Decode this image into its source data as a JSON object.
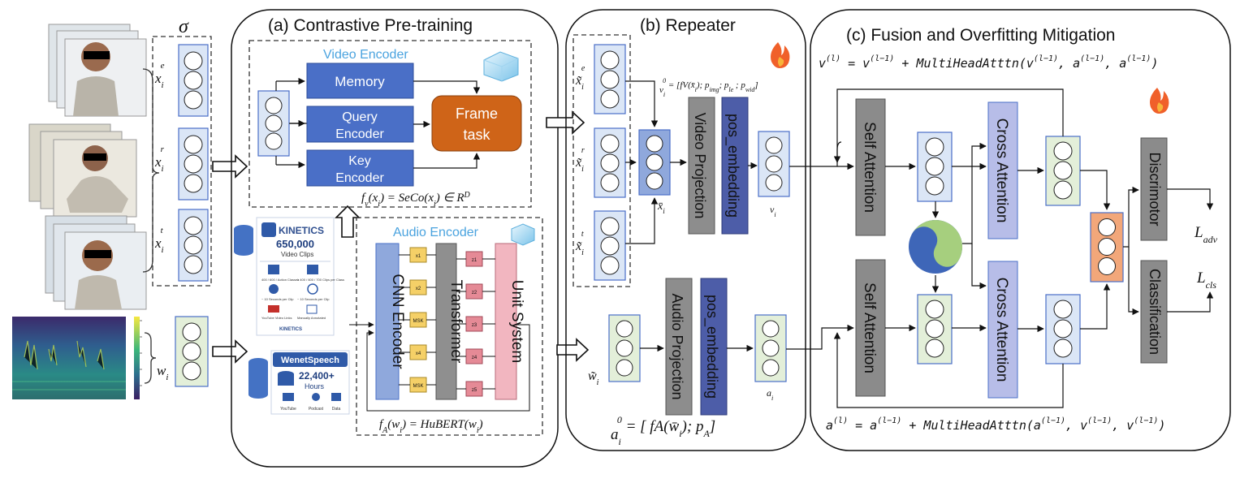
{
  "colors": {
    "enc_blue": "#4a6fc7",
    "frame_orange": "#cf6418",
    "vec_blue": "#dbe6f6",
    "vec_green": "#e3efd9",
    "vec_orange": "#f2a77a",
    "cnn_blue": "#8fa8dc",
    "transformer_gray": "#8f8f8f",
    "unit_pink": "#f2b6c0",
    "token_yellow": "#f5d067",
    "token_red": "#e58a96",
    "proj_gray": "#8d8d8d",
    "pos_purple": "#4d5da8",
    "fusion_gray": "#8b8b8b",
    "cross_purple": "#b7bde8",
    "db_blue": "#4472c4",
    "fire_orange": "#f0602a"
  },
  "input": {
    "sigma": "σ",
    "xe": "x_i^e",
    "xr": "x_i^r",
    "xt": "x_i^t",
    "w": "w_i"
  },
  "pretrain": {
    "title": "(a) Contrastive Pre-training",
    "video_encoder": {
      "title": "Video Encoder",
      "memory": "Memory",
      "query": [
        "Query",
        "Encoder"
      ],
      "key": [
        "Key",
        "Encoder"
      ],
      "frame_task": [
        "Frame",
        "task"
      ],
      "formula": "f_v(x_i) = SeCo(x_i) ∈ R^D",
      "icon": "ice-cube-icon"
    },
    "kinetics": {
      "title": "KINETICS",
      "count": "650,000",
      "sub": "Video Clips",
      "stats": [
        "400 / 600 / Action Classes",
        "≥ 400 / 600 / 700 Clips per Class",
        "~ 10 Seconds per Clip",
        "~ 10 Seconds per Clip",
        "YouTube Video Links",
        "Manually Annotated"
      ],
      "footer": "KINETICS"
    },
    "wenet": {
      "title": "WenetSpeech",
      "count": "22,400+",
      "sub": "Hours",
      "sources": [
        "YouTube",
        "Podcast",
        "Data"
      ]
    },
    "audio_encoder": {
      "title": "Audio Encoder",
      "cnn": "CNN Encoder",
      "transformer": "Transformer",
      "unit": "Unit System",
      "tokens_in": [
        "x1",
        "x2",
        "MSK",
        "x4",
        "MSK"
      ],
      "tokens_out": [
        "z1",
        "z2",
        "z3",
        "z4",
        "z5"
      ],
      "formula": "f_A(w_i) = HuBERT(w_i)",
      "icon": "ice-cube-icon"
    }
  },
  "repeater": {
    "title": "(b) Repeater",
    "xe": "x̃_i^e",
    "xr": "x̃_i^r",
    "xt": "x̃_i^t",
    "x_vec": "x̄_i",
    "v0_formula": "v_i^0 = [fV(x̄_i); p_img; p_le ; p_wid]",
    "video_proj": "Video Projection",
    "pos_emb": "pos_embedding",
    "v_i": "v_i",
    "w": "w̃_i",
    "audio_proj": "Audio Projection",
    "a_i": "a_i",
    "a0_formula": "a_i^0 = [ fA(w̄_i); p_A]",
    "icon": "fire-icon"
  },
  "fusion": {
    "title": "(c) Fusion and Overfitting Mitigation",
    "v_formula": "v^(l) = v^(l−1) + MultiHeadAtttn(v^(l−1), a^(l−1), a^(l−1))",
    "a_formula": "a^(l) = a^(l−1) + MultiHeadAtttn(a^(l−1), v^(l−1), v^(l−1))",
    "self_attention": "Self Attention",
    "cross_attention": "Cross Attention",
    "discriminator": "Discrimotor",
    "classification": "Classification",
    "l_adv": "L_adv",
    "l_cls": "L_cls",
    "icon": "fire-icon"
  }
}
